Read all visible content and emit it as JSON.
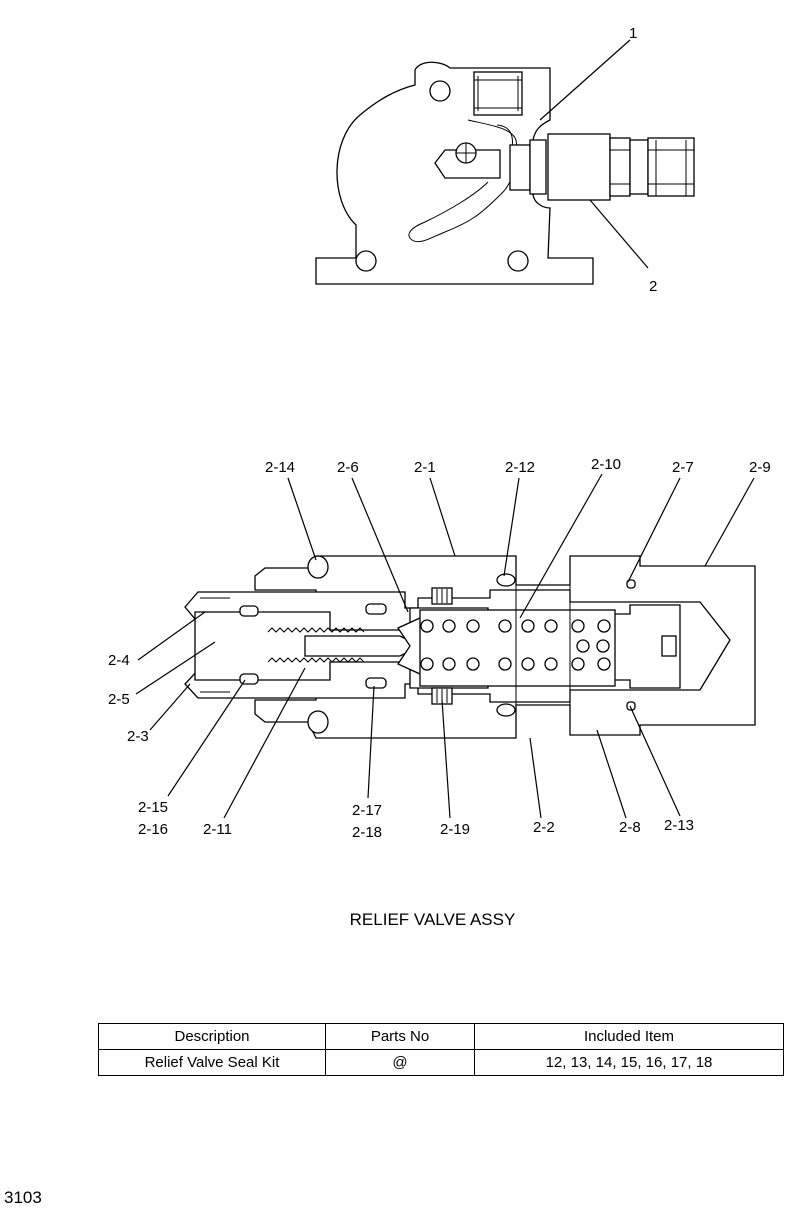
{
  "top_view": {
    "labels": {
      "part1": "1",
      "part2": "2"
    }
  },
  "section_view": {
    "callouts": {
      "c2_14": "2-14",
      "c2_6": "2-6",
      "c2_1": "2-1",
      "c2_12": "2-12",
      "c2_10": "2-10",
      "c2_7": "2-7",
      "c2_9": "2-9",
      "c2_4": "2-4",
      "c2_5": "2-5",
      "c2_3": "2-3",
      "c2_15": "2-15",
      "c2_16": "2-16",
      "c2_11": "2-11",
      "c2_17": "2-17",
      "c2_18": "2-18",
      "c2_19": "2-19",
      "c2_2": "2-2",
      "c2_8": "2-8",
      "c2_13": "2-13"
    }
  },
  "title": "RELIEF VALVE ASSY",
  "kit_table": {
    "headers": {
      "description": "Description",
      "parts_no": "Parts No",
      "included": "Included Item"
    },
    "row": {
      "description": "Relief  Valve Seal Kit",
      "parts_no": "@",
      "included": "12, 13, 14, 15, 16, 17, 18"
    }
  },
  "page_number": "3103"
}
